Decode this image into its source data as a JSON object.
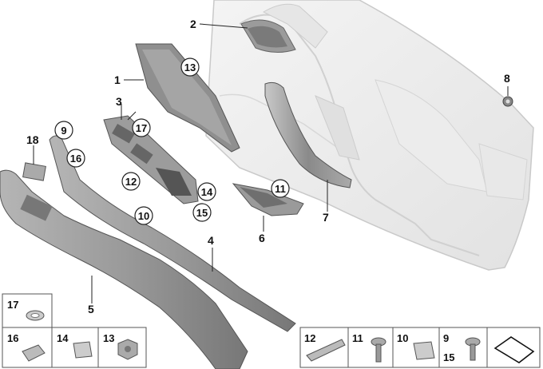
{
  "callouts": {
    "c1": "1",
    "c2": "2",
    "c3": "3",
    "c4": "4",
    "c5": "5",
    "c6": "6",
    "c7": "7",
    "c8": "8",
    "c9": "9",
    "c10": "10",
    "c11": "11",
    "c12": "12",
    "c13": "13",
    "c14": "14",
    "c15": "15",
    "c16": "16",
    "c17": "17",
    "c18": "18"
  },
  "legend_left": {
    "r1": "17",
    "r2a": "16",
    "r2b": "14",
    "r2c": "13"
  },
  "legend_right": {
    "a": "12",
    "b": "11",
    "c": "10",
    "d1": "9",
    "d2": "15"
  },
  "colors": {
    "door_panel": "#eeeeee",
    "trim_dark": "#8d8d8d",
    "line": "#222222"
  }
}
